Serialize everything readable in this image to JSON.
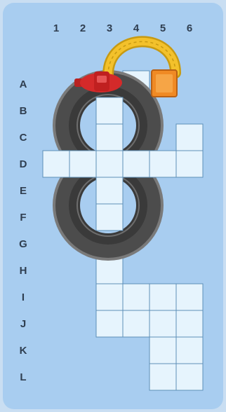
{
  "board": {
    "columns": [
      "1",
      "2",
      "3",
      "4",
      "5",
      "6"
    ],
    "rows": [
      "A",
      "B",
      "C",
      "D",
      "E",
      "F",
      "G",
      "H",
      "I",
      "J",
      "K",
      "L"
    ],
    "open_cells": [
      "A4",
      "B3",
      "C3",
      "C6",
      "D1",
      "D2",
      "D3",
      "D4",
      "D5",
      "D6",
      "E3",
      "F3",
      "G3",
      "H3",
      "I3",
      "I4",
      "I5",
      "I6",
      "J3",
      "J4",
      "J5",
      "J6",
      "K5",
      "K6",
      "L5",
      "L6"
    ]
  },
  "pieces": [
    {
      "id": "loop-track-upper",
      "type": "circular-track",
      "center_between": [
        "C2",
        "C3",
        "C4"
      ],
      "color": "#505050"
    },
    {
      "id": "loop-track-lower",
      "type": "circular-track",
      "center_between": [
        "F2",
        "F3",
        "F4"
      ],
      "color": "#505050"
    },
    {
      "id": "red-launcher",
      "type": "launcher",
      "cell": "A3",
      "color": "#d42a2a"
    },
    {
      "id": "yellow-arch-ramp",
      "type": "arch-ramp",
      "from": "A3",
      "to": "A5",
      "color": "#f3c12b"
    },
    {
      "id": "orange-goal-block",
      "type": "goal",
      "cell": "A5",
      "color": "#f08a24"
    }
  ],
  "colors": {
    "board_background": "#c9def2",
    "panel": "#a8cdf0",
    "cell_fill": "#e6f4fd",
    "cell_border": "#5d8fb8",
    "label": "#2f3e50"
  }
}
